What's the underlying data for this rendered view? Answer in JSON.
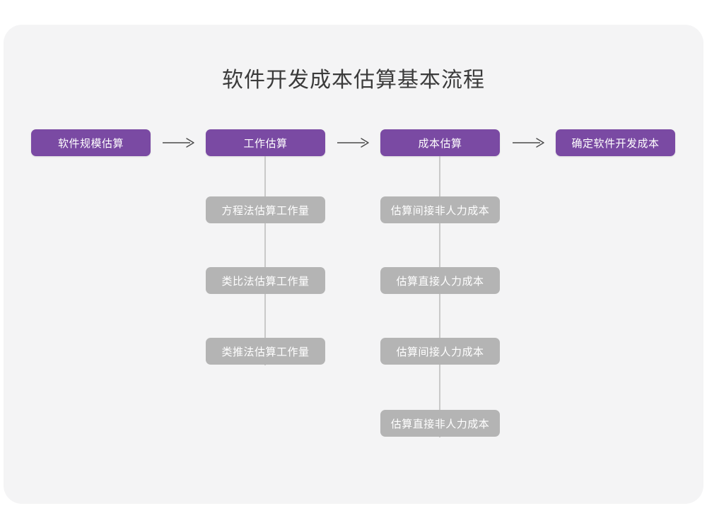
{
  "page": {
    "title": "软件开发成本估算基本流程",
    "background_color": "#ffffff",
    "canvas_color": "#f4f4f5"
  },
  "colors": {
    "stage": "#7a4aa3",
    "substep": "#b4b4b4",
    "connector": "#c9c9c9",
    "arrow": "#4a4a4a",
    "title_text": "#3b3b3b",
    "box_text": "#ffffff"
  },
  "flow": {
    "stages": [
      {
        "id": "stage-1",
        "label": "软件规模估算",
        "substeps": []
      },
      {
        "id": "stage-2",
        "label": "工作估算",
        "substeps": [
          {
            "id": "substep-2-1",
            "label": "方程法估算工作量"
          },
          {
            "id": "substep-2-2",
            "label": "类比法估算工作量"
          },
          {
            "id": "substep-2-3",
            "label": "类推法估算工作量"
          }
        ]
      },
      {
        "id": "stage-3",
        "label": "成本估算",
        "substeps": [
          {
            "id": "substep-3-1",
            "label": "估算间接非人力成本"
          },
          {
            "id": "substep-3-2",
            "label": "估算直接人力成本"
          },
          {
            "id": "substep-3-3",
            "label": "估算间接人力成本"
          },
          {
            "id": "substep-3-4",
            "label": "估算直接非人力成本"
          }
        ]
      },
      {
        "id": "stage-4",
        "label": "确定软件开发成本",
        "substeps": []
      }
    ],
    "arrows": [
      {
        "id": "arrow-1",
        "from": "stage-1",
        "to": "stage-2",
        "glyph": "right-arrow"
      },
      {
        "id": "arrow-2",
        "from": "stage-2",
        "to": "stage-3",
        "glyph": "right-arrow"
      },
      {
        "id": "arrow-3",
        "from": "stage-3",
        "to": "stage-4",
        "glyph": "right-arrow"
      }
    ]
  }
}
